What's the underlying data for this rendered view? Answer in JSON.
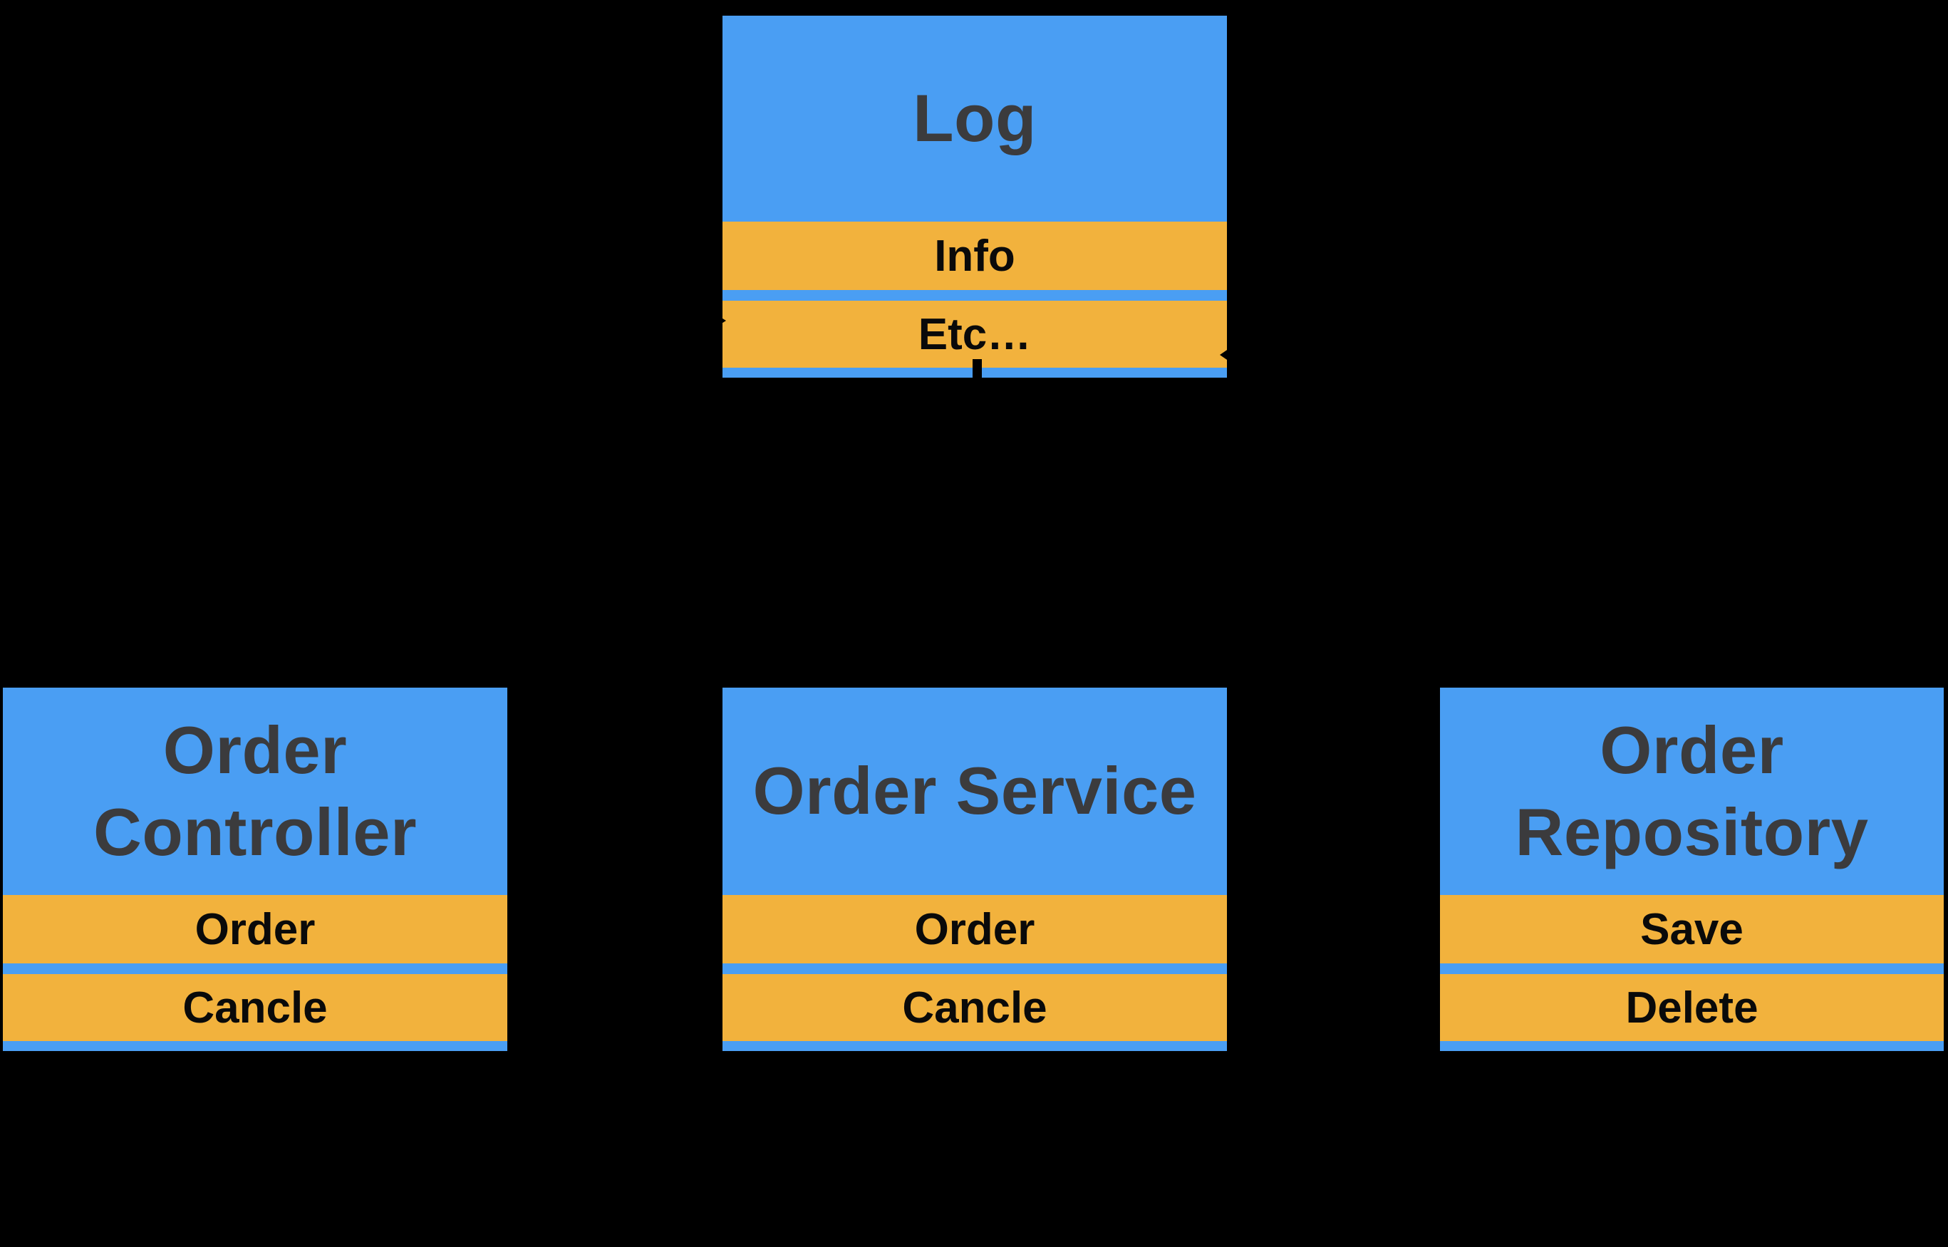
{
  "diagram": {
    "type": "uml-class-diagram",
    "background": "#000000"
  },
  "colors": {
    "box_fill": "#4A9EF3",
    "row_fill": "#F2B23D",
    "title_text": "#3B3B3D",
    "row_text": "#0A0A0A",
    "connector": "#000000"
  },
  "classes": [
    {
      "id": "log",
      "title": "Log",
      "rows": [
        "Info",
        "Etc…"
      ]
    },
    {
      "id": "order_controller",
      "title": "Order Controller",
      "rows": [
        "Order",
        "Cancle"
      ]
    },
    {
      "id": "order_service",
      "title": "Order Service",
      "rows": [
        "Order",
        "Cancle"
      ]
    },
    {
      "id": "order_repository",
      "title": "Order Repository",
      "rows": [
        "Save",
        "Delete"
      ]
    }
  ],
  "connector_marks": [
    {
      "name": "arrowhead-into-log-left-edge",
      "points": "right"
    },
    {
      "name": "arrowhead-into-log-right-edge",
      "points": "left"
    },
    {
      "name": "connector-stub-below-log",
      "points": "down"
    }
  ]
}
